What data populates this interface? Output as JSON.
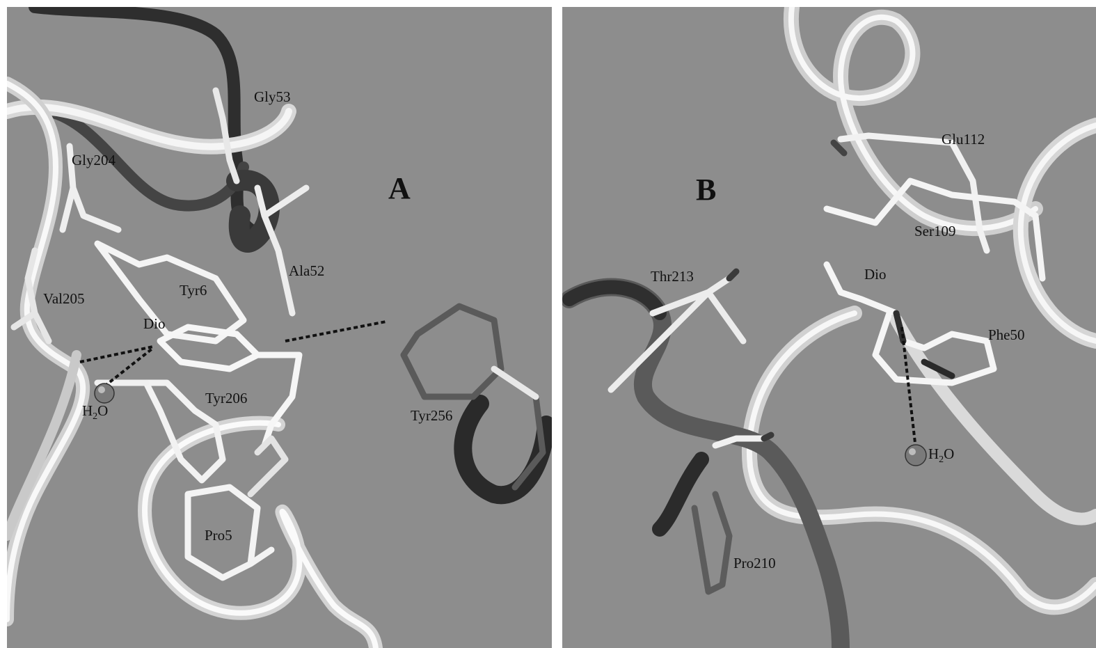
{
  "panel_a": {
    "letter": "A",
    "residues": {
      "gly53": "Gly53",
      "gly204": "Gly204",
      "ala52": "Ala52",
      "tyr6": "Tyr6",
      "val205": "Val205",
      "dio": "Dio",
      "tyr206": "Tyr206",
      "tyr256": "Tyr256",
      "pro5": "Pro5"
    },
    "water_h": "H",
    "water_sub": "2",
    "water_o": "O"
  },
  "panel_b": {
    "letter": "B",
    "residues": {
      "glu112": "Glu112",
      "ser109": "Ser109",
      "thr213": "Thr213",
      "dio": "Dio",
      "phe50": "Phe50",
      "pro210": "Pro210"
    },
    "water_h": "H",
    "water_sub": "2",
    "water_o": "O"
  },
  "colors": {
    "background": "#8d8d8d",
    "ribbon_light": "#ececec",
    "ribbon_dark": "#3c3c3c",
    "stick_light": "#f4f4f4",
    "stick_dark": "#555555",
    "hbond": "#111111"
  }
}
